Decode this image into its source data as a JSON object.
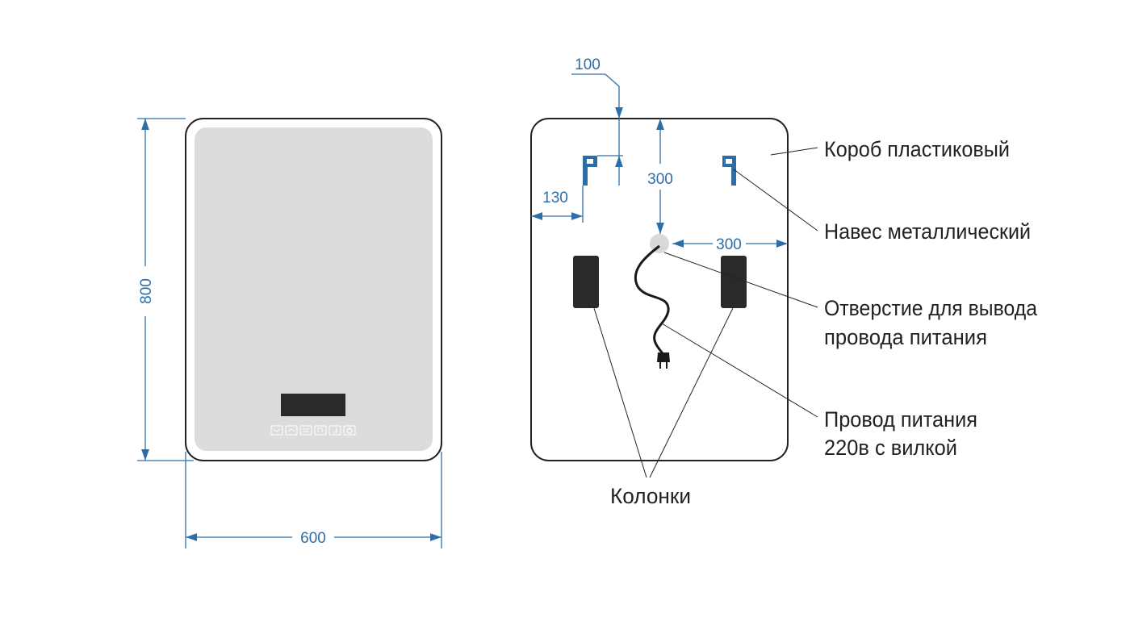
{
  "dimensions": {
    "height": "800",
    "width": "600",
    "hook_offset_top": "100",
    "hook_offset_side": "130",
    "hole_offset_top": "300",
    "hole_offset_side": "300"
  },
  "labels": {
    "box": "Короб пластиковый",
    "hook": "Навес металлический",
    "hole_line1": "Отверстие для вывода",
    "hole_line2": "провода питания",
    "cord_line1": "Провод питания",
    "cord_line2": "220в с вилкой",
    "speakers": "Колонки"
  },
  "colors": {
    "dimension": "#2e6ea6",
    "mirror_surface": "#dcdcdc",
    "dark": "#2a2a2a"
  }
}
